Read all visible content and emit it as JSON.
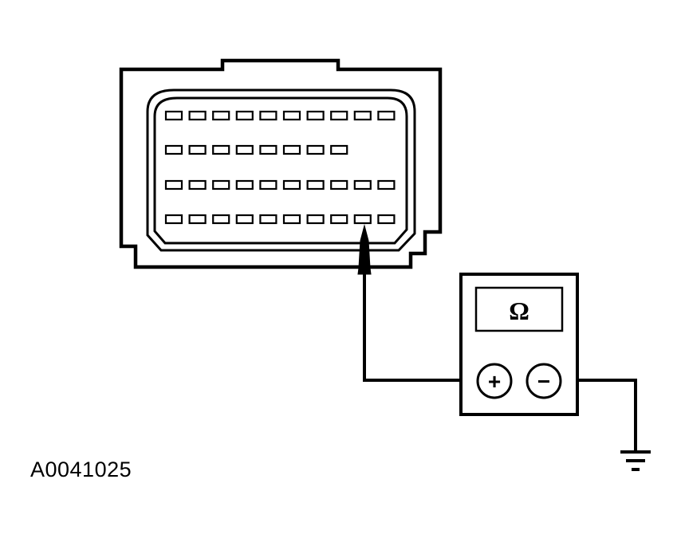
{
  "figure": {
    "id": "A0041025"
  },
  "connector": {
    "rows": [
      {
        "pins": 10
      },
      {
        "pins": 8
      },
      {
        "pins": 10
      },
      {
        "pins": 10
      }
    ],
    "probed_pin": {
      "row": 4,
      "pin": 9
    }
  },
  "meter": {
    "display_symbol": "Ω",
    "positive_label": "+",
    "negative_label": "−"
  },
  "icons": {
    "probe": "probe-tip-icon",
    "ground": "ground-symbol-icon",
    "display": "ohm-symbol"
  },
  "colors": {
    "line": "#000000",
    "background": "#ffffff"
  }
}
